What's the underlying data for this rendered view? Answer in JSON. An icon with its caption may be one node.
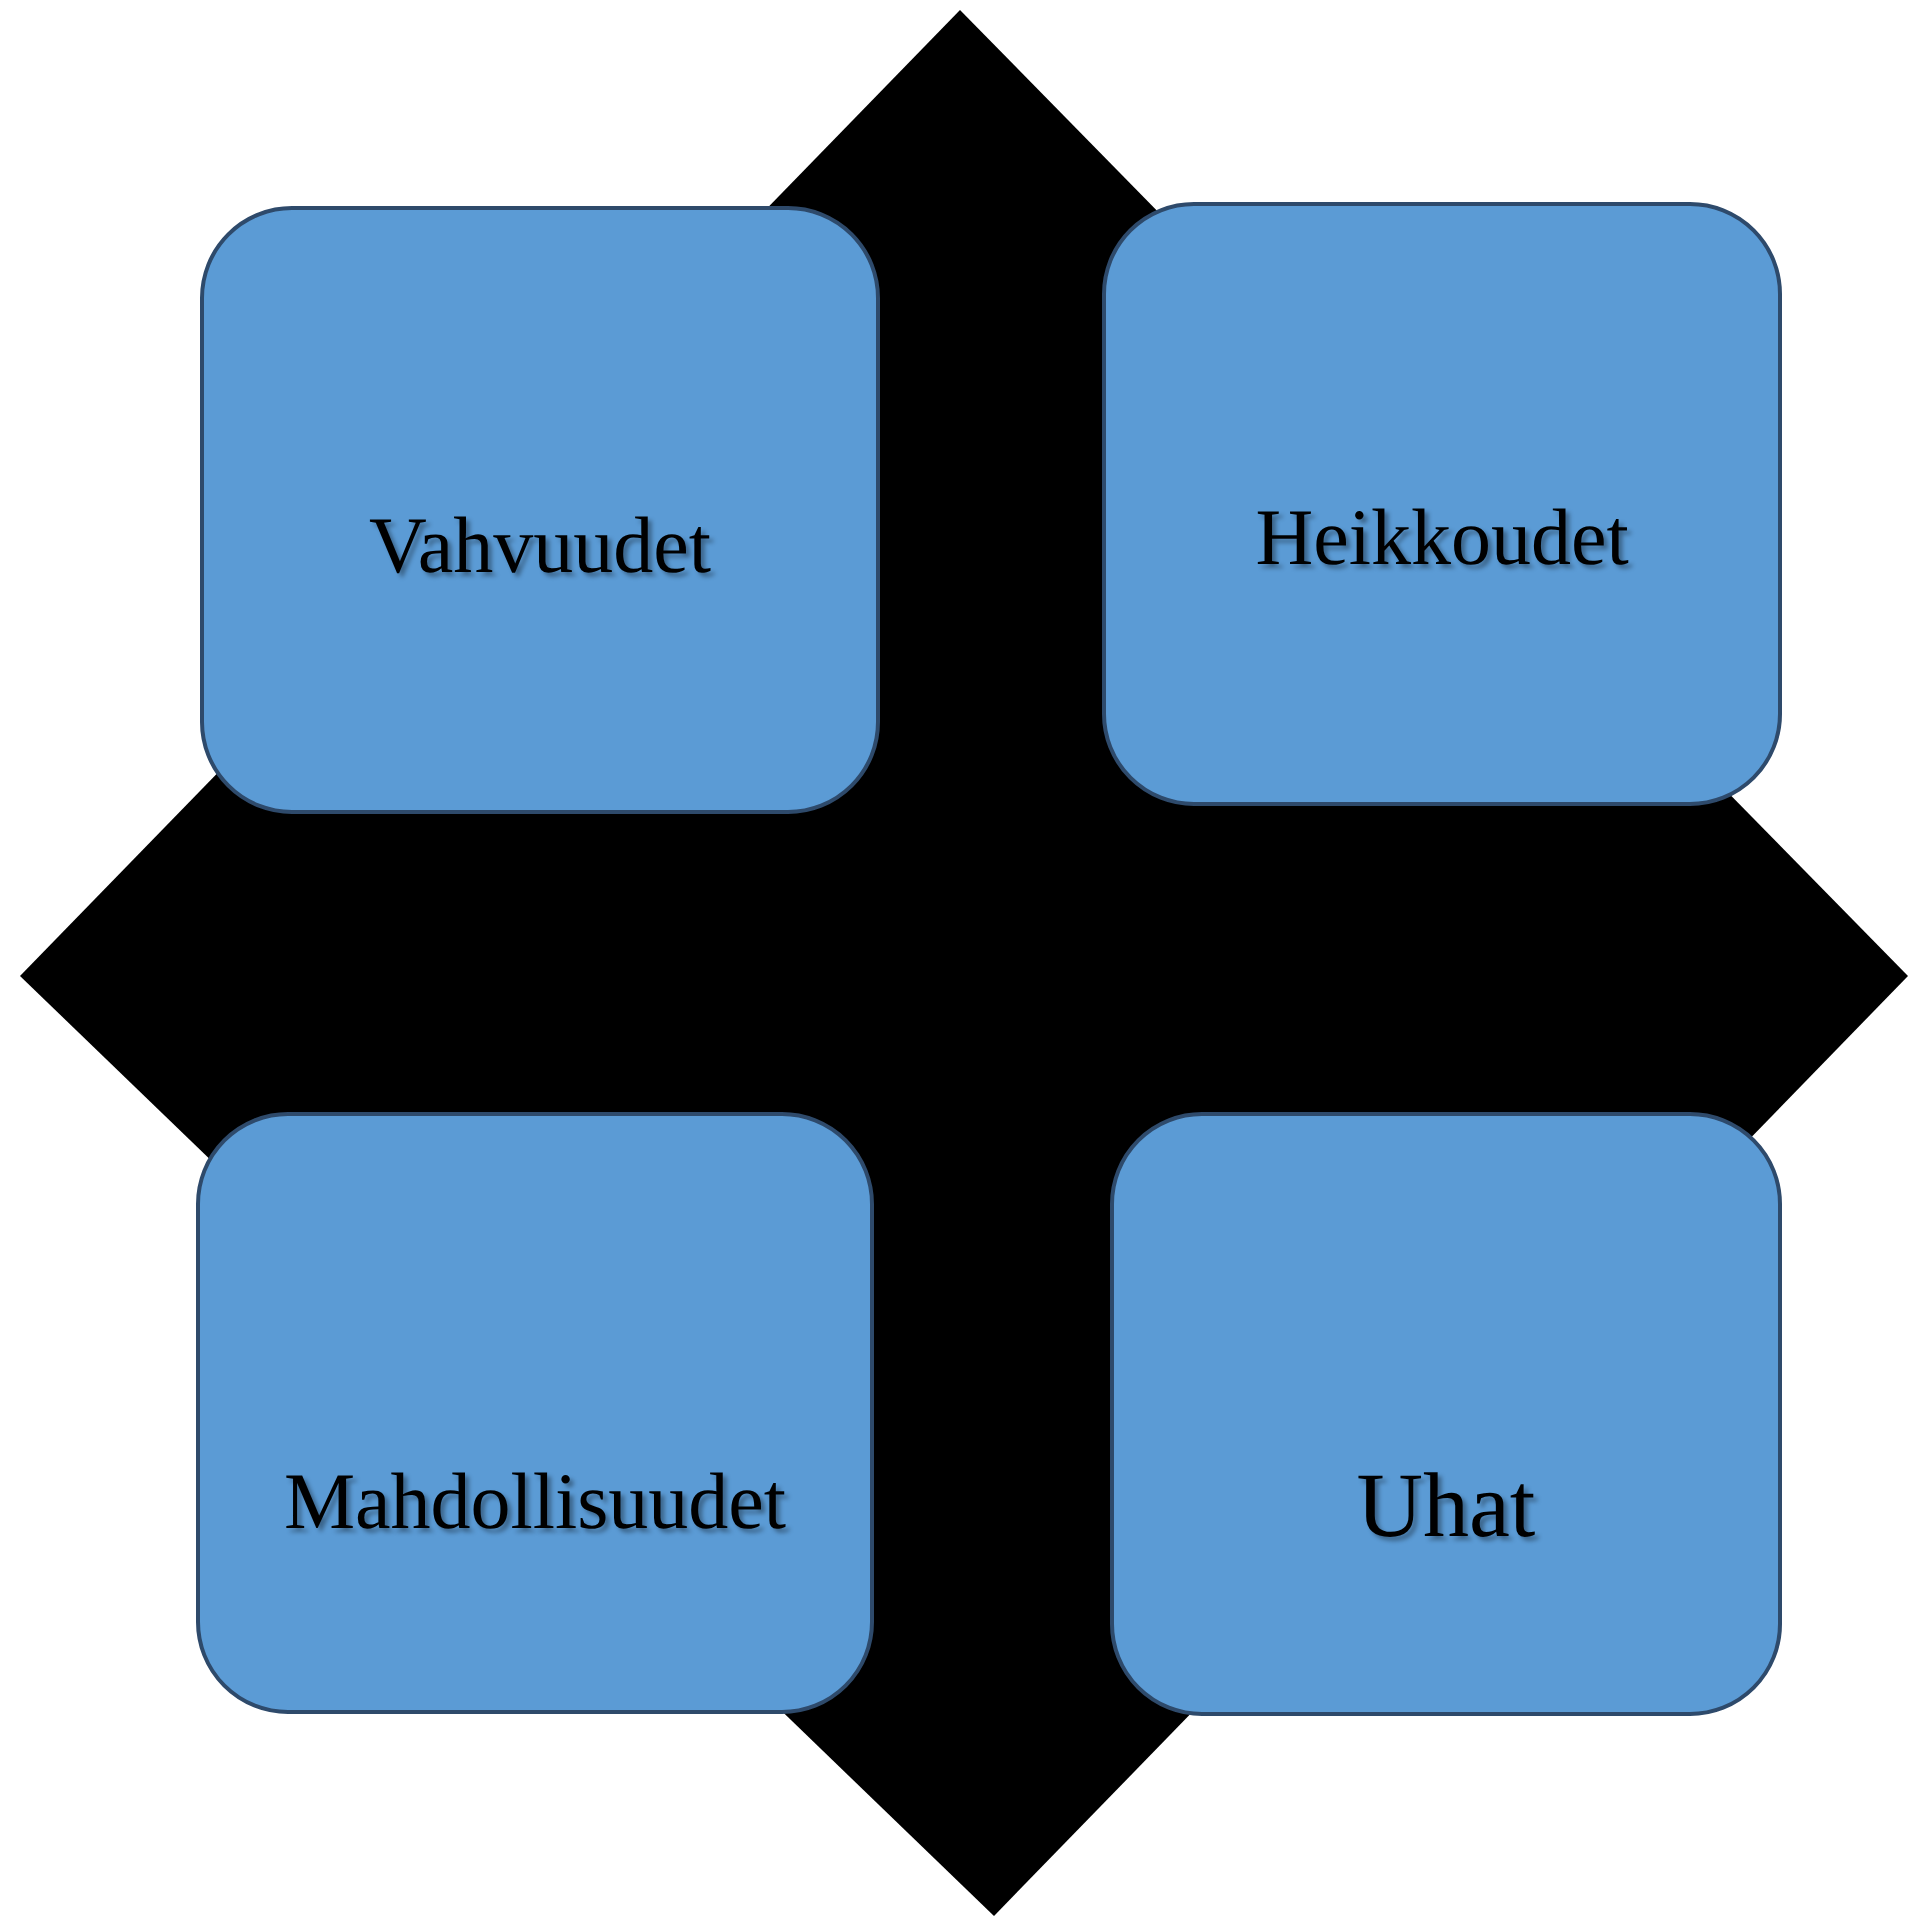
{
  "diagram": {
    "nodes": [
      {
        "text": [
          "Vahvuudet"
        ]
      },
      {
        "text": [
          "Heikkoudet"
        ]
      },
      {
        "text": [
          "Mahdollisuudet"
        ]
      },
      {
        "text": [
          "Uhat"
        ]
      }
    ]
  }
}
